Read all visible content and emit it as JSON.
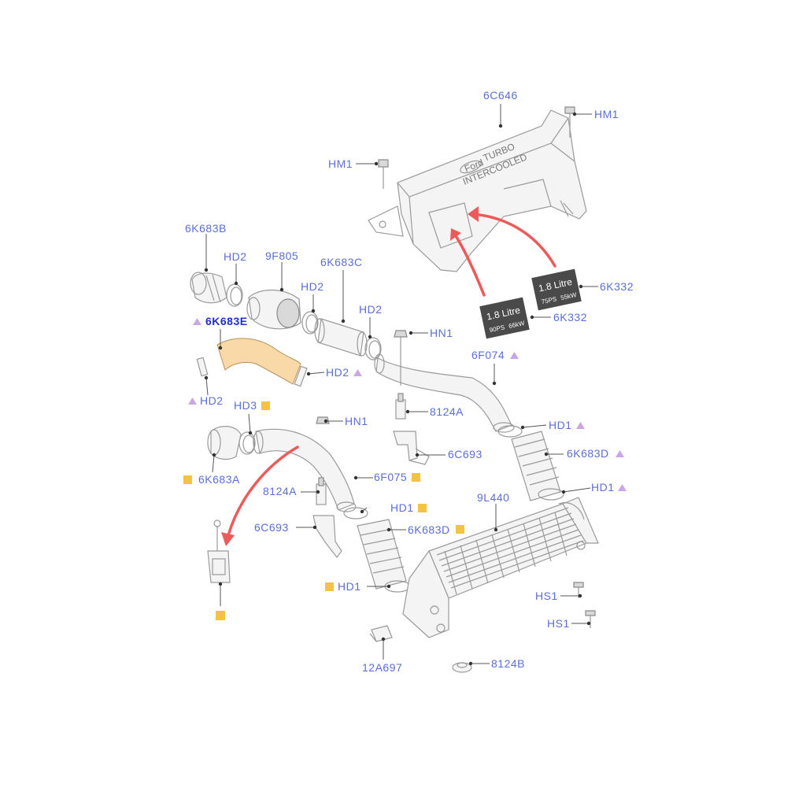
{
  "selected_part": "6K683E",
  "labels": [
    {
      "id": "6C646",
      "text": "6C646",
      "marker": "none"
    },
    {
      "id": "HM1_a",
      "text": "HM1",
      "marker": "none"
    },
    {
      "id": "HM1_b",
      "text": "HM1",
      "marker": "none"
    },
    {
      "id": "6K683B",
      "text": "6K683B",
      "marker": "none"
    },
    {
      "id": "HD2_a",
      "text": "HD2",
      "marker": "none"
    },
    {
      "id": "9F805",
      "text": "9F805",
      "marker": "none"
    },
    {
      "id": "6K683C",
      "text": "6K683C",
      "marker": "none"
    },
    {
      "id": "HD2_b",
      "text": "HD2",
      "marker": "none"
    },
    {
      "id": "HD2_c",
      "text": "HD2",
      "marker": "none"
    },
    {
      "id": "6K332_a",
      "text": "6K332",
      "marker": "none"
    },
    {
      "id": "6K332_b",
      "text": "6K332",
      "marker": "none"
    },
    {
      "id": "6K683E",
      "text": "6K683E",
      "marker": "triangle"
    },
    {
      "id": "HN1_a",
      "text": "HN1",
      "marker": "none"
    },
    {
      "id": "6F074",
      "text": "6F074",
      "marker": "triangle"
    },
    {
      "id": "HD2_d",
      "text": "HD2",
      "marker": "triangle"
    },
    {
      "id": "HD2_e",
      "text": "HD2",
      "marker": "triangle"
    },
    {
      "id": "HD3",
      "text": "HD3",
      "marker": "square"
    },
    {
      "id": "8124A_a",
      "text": "8124A",
      "marker": "none"
    },
    {
      "id": "HN1_b",
      "text": "HN1",
      "marker": "none"
    },
    {
      "id": "HD1_a",
      "text": "HD1",
      "marker": "triangle"
    },
    {
      "id": "6C693_a",
      "text": "6C693",
      "marker": "none"
    },
    {
      "id": "6K683D_a",
      "text": "6K683D",
      "marker": "triangle"
    },
    {
      "id": "6K683A",
      "text": "6K683A",
      "marker": "square"
    },
    {
      "id": "6F075",
      "text": "6F075",
      "marker": "square"
    },
    {
      "id": "HD1_b",
      "text": "HD1",
      "marker": "triangle"
    },
    {
      "id": "8124A_b",
      "text": "8124A",
      "marker": "none"
    },
    {
      "id": "9L440",
      "text": "9L440",
      "marker": "none"
    },
    {
      "id": "HD1_c",
      "text": "HD1",
      "marker": "square"
    },
    {
      "id": "6C693_b",
      "text": "6C693",
      "marker": "none"
    },
    {
      "id": "6K683D_b",
      "text": "6K683D",
      "marker": "square"
    },
    {
      "id": "HD1_d",
      "text": "HD1",
      "marker": "square"
    },
    {
      "id": "HS1_a",
      "text": "HS1",
      "marker": "none"
    },
    {
      "id": "HS1_b",
      "text": "HS1",
      "marker": "none"
    },
    {
      "id": "12A697",
      "text": "12A697",
      "marker": "none"
    },
    {
      "id": "8124B",
      "text": "8124B",
      "marker": "none"
    }
  ],
  "badges": {
    "badge_75": {
      "title": "1.8 Litre",
      "sub_a": "75PS",
      "sub_b": "55kW"
    },
    "badge_90": {
      "title": "1.8 Litre",
      "sub_a": "90PS",
      "sub_b": "66kW"
    }
  },
  "cover_text": {
    "line1": "TURBO",
    "line2": "INTERCOOLED",
    "logo": "Ford"
  },
  "colors": {
    "label": "#5b6fd6",
    "selected_label": "#1d2fd0",
    "highlight_part": "#f9d9a8",
    "triangle_marker": "#c9a7e6",
    "square_marker": "#f5c343",
    "arrow": "#ee5a5a",
    "badge_bg": "#4a4a4a"
  }
}
